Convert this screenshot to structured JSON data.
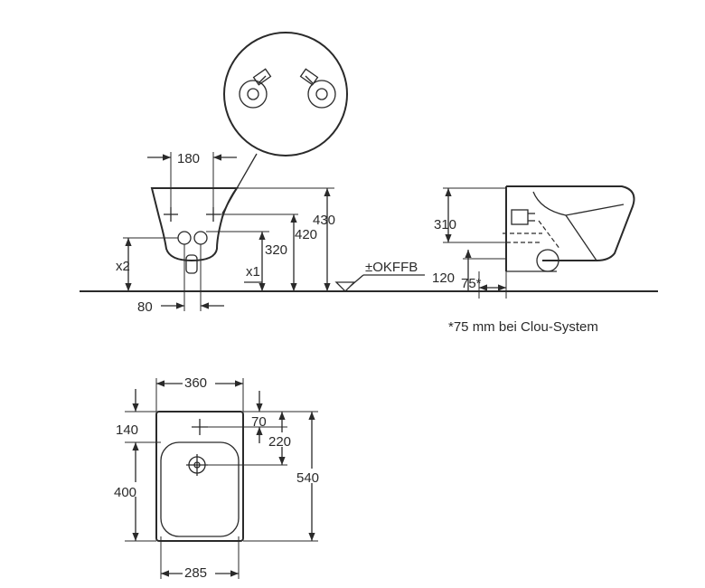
{
  "front_view": {
    "width_180": "180",
    "height_430": "430",
    "height_420": "420",
    "height_320": "320",
    "x2": "x2",
    "x1": "x1",
    "offset_80": "80"
  },
  "side_view": {
    "floor_reference": "±OKFFB",
    "height_310": "310",
    "height_120": "120",
    "offset_75": "75*"
  },
  "footnote": "*75 mm bei Clou-System",
  "top_view": {
    "width_360": "360",
    "width_285": "285",
    "length_540": "540",
    "dim_140": "140",
    "dim_400": "400",
    "dim_70": "70",
    "dim_220": "220"
  }
}
